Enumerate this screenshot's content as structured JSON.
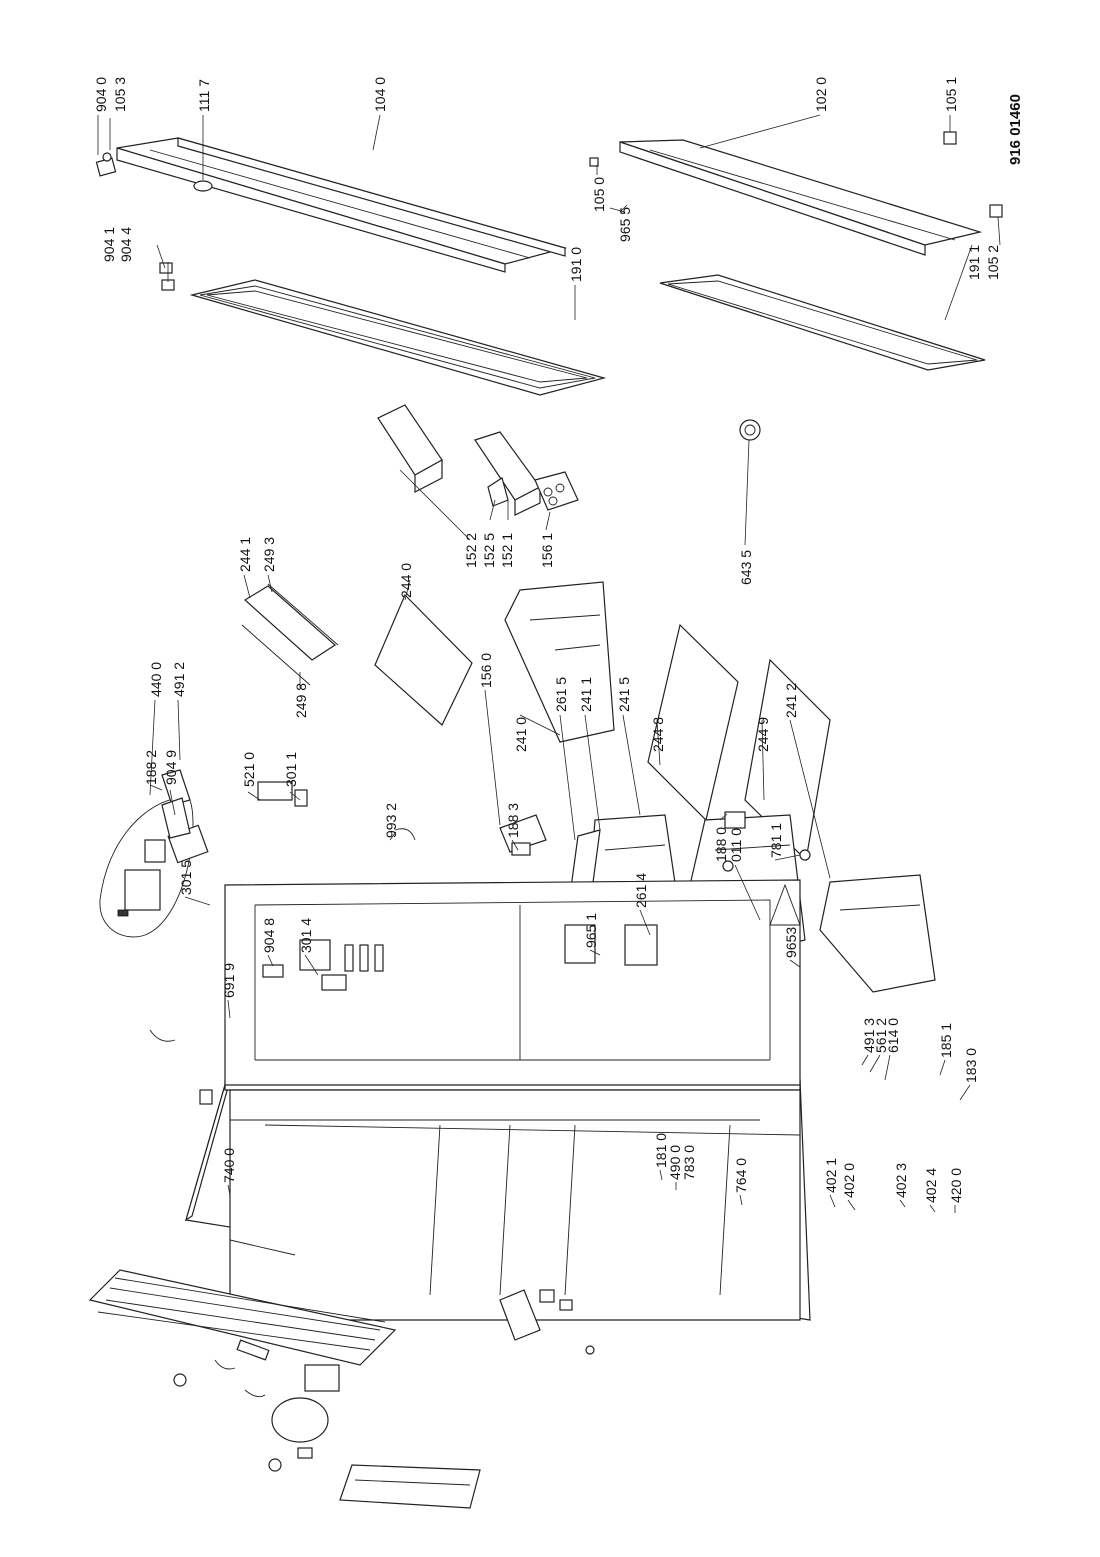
{
  "document_code": "916 01460",
  "part_labels": {
    "p9040": "904 0",
    "p1053": "105 3",
    "p1117": "111 7",
    "p1040": "104 0",
    "p1020": "102 0",
    "p1051": "105 1",
    "p9041": "904 1",
    "p9044": "904 4",
    "p1910": "191 0",
    "p1050": "105 0",
    "p9655": "965 5",
    "p1911": "191 1",
    "p1052": "105 2",
    "p1522": "152 2",
    "p1525": "152 5",
    "p1521": "152 1",
    "p1561": "156 1",
    "p6435": "643 5",
    "p2441": "244 1",
    "p2493": "249 3",
    "p2440": "244 0",
    "p2498": "249 8",
    "p4400": "440 0",
    "p4912": "491 2",
    "p1560": "156 0",
    "p2410": "241 0",
    "p2615": "261 5",
    "p2411": "241 1",
    "p2415": "241 5",
    "p2448": "244 8",
    "p2449": "244 9",
    "p2412": "241 2",
    "p1882": "188 2",
    "p9049": "904 9",
    "p5210": "521 0",
    "p3011": "301 1",
    "p9932": "993 2",
    "p1883": "188 3",
    "p2614": "261 4",
    "p1880": "188 0",
    "p0110": "011 0",
    "p7811": "781 1",
    "p3015": "301 5",
    "p9651": "965 1",
    "p9653": "9653",
    "p9048": "904 8",
    "p3014": "301 4",
    "p4913": "491 3",
    "p5612": "561 2",
    "p6140": "614 0",
    "p1851": "185 1",
    "p1830": "183 0",
    "p6919": "691 9",
    "p7400": "740 0",
    "p1810": "181 0",
    "p4900": "490 0",
    "p7830": "783 0",
    "p7640": "764 0",
    "p4021": "402 1",
    "p4020": "402 0",
    "p4023": "402 3",
    "p4024": "402 4",
    "p4200": "420 0"
  }
}
